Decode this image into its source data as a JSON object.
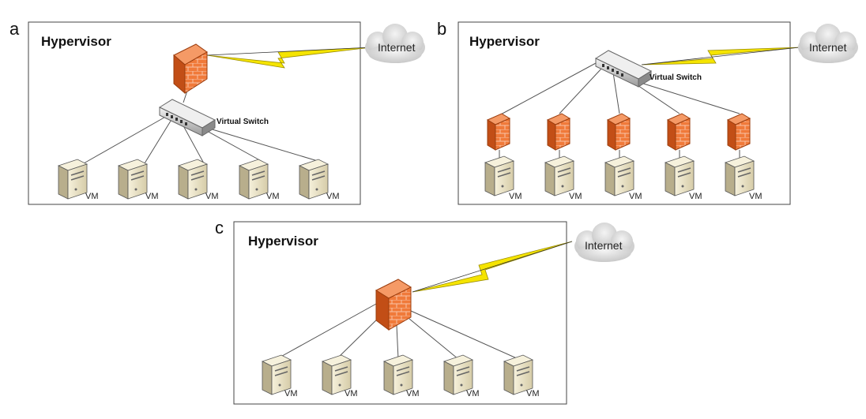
{
  "panels": [
    {
      "letter": "a",
      "title": "Hypervisor",
      "internet_label": "Internet",
      "switch_label": "Virtual Switch",
      "vm_labels": [
        "VM",
        "VM",
        "VM",
        "VM",
        "VM"
      ]
    },
    {
      "letter": "b",
      "title": "Hypervisor",
      "internet_label": "Internet",
      "switch_label": "Virtual Switch",
      "vm_labels": [
        "VM",
        "VM",
        "VM",
        "VM",
        "VM"
      ]
    },
    {
      "letter": "c",
      "title": "Hypervisor",
      "internet_label": "Internet",
      "vm_labels": [
        "VM",
        "VM",
        "VM",
        "VM",
        "VM"
      ]
    }
  ],
  "colors": {
    "firewall": "#f07a3a",
    "firewall_dark": "#c24e16",
    "lightning": "#f5e400",
    "lightning_outline": "#9a8c00",
    "cloud": "#dcdcdc",
    "border": "#444444",
    "link_line": "#555555",
    "server_body": "#e9e2c9",
    "server_side": "#b8ae8c"
  },
  "icons": [
    "firewall-icon",
    "virtual-switch-icon",
    "cloud-icon",
    "server-icon",
    "lightning-link-icon"
  ]
}
